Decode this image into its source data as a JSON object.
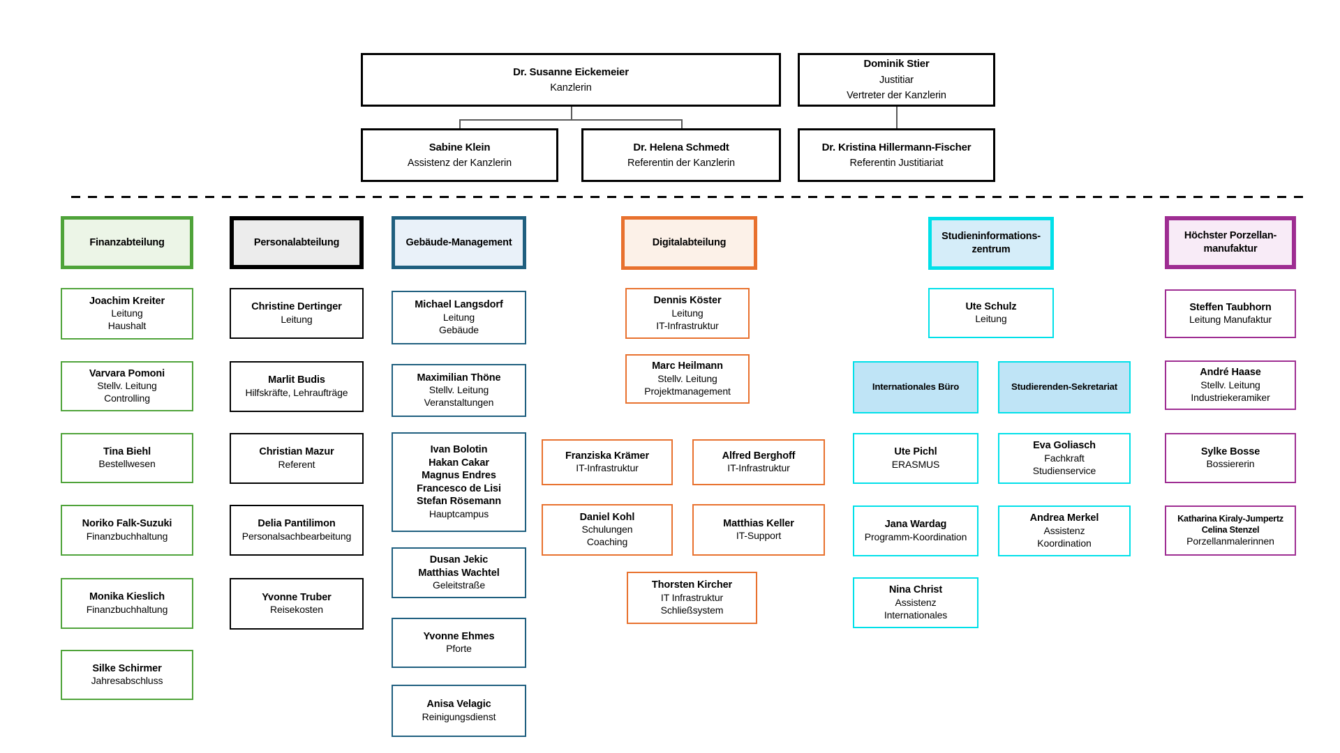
{
  "top": {
    "chancellor": {
      "name": "Dr. Susanne Eickemeier",
      "role": "Kanzlerin"
    },
    "justitiar": {
      "name": "Dominik Stier",
      "role": "Justitiar\nVertreter der Kanzlerin"
    },
    "assistant": {
      "name": "Sabine Klein",
      "role": "Assistenz der Kanzlerin"
    },
    "referentin": {
      "name": "Dr. Helena Schmedt",
      "role": "Referentin der Kanzlerin"
    },
    "referentin_justitiariat": {
      "name": "Dr. Kristina Hillermann-Fischer",
      "role": "Referentin Justitiariat"
    }
  },
  "departments": {
    "finance": {
      "title": "Finanzabteilung",
      "accent": "#4FA33A",
      "header_fill": "#ECF5E7",
      "items": [
        {
          "name": "Joachim Kreiter",
          "role": "Leitung\nHaushalt"
        },
        {
          "name": "Varvara Pomoni",
          "role": "Stellv. Leitung\nControlling"
        },
        {
          "name": "Tina Biehl",
          "role": "Bestellwesen"
        },
        {
          "name": "Noriko Falk-Suzuki",
          "role": "Finanzbuchhaltung"
        },
        {
          "name": "Monika Kieslich",
          "role": "Finanzbuchhaltung"
        },
        {
          "name": "Silke Schirmer",
          "role": "Jahresabschluss"
        }
      ]
    },
    "hr": {
      "title": "Personalabteilung",
      "accent": "#000000",
      "header_fill": "#ECECEC",
      "items": [
        {
          "name": "Christine Dertinger",
          "role": "Leitung"
        },
        {
          "name": "Marlit Budis",
          "role": "Hilfskräfte, Lehraufträge"
        },
        {
          "name": "Christian Mazur",
          "role": "Referent"
        },
        {
          "name": "Delia Pantilimon",
          "role": "Personalsachbearbeitung"
        },
        {
          "name": "Yvonne Truber",
          "role": "Reisekosten"
        }
      ]
    },
    "facility": {
      "title": "Gebäude-Management",
      "accent": "#1F5F7F",
      "header_fill": "#E9F1F9",
      "items": [
        {
          "name": "Michael Langsdorf",
          "role": "Leitung\nGebäude"
        },
        {
          "name": "Maximilian Thöne",
          "role": "Stellv. Leitung\nVeranstaltungen"
        },
        {
          "name": "Ivan Bolotin\nHakan Cakar\nMagnus Endres\nFrancesco de Lisi\nStefan Rösemann",
          "role": "Hauptcampus"
        },
        {
          "name": "Dusan Jekic\nMatthias Wachtel",
          "role": "Geleitstraße"
        },
        {
          "name": "Yvonne Ehmes",
          "role": "Pforte"
        },
        {
          "name": "Anisa Velagic",
          "role": "Reinigungsdienst"
        }
      ]
    },
    "digital": {
      "title": "Digitalabteilung",
      "accent": "#E8712E",
      "header_fill": "#FCF1E8",
      "leads": [
        {
          "name": "Dennis Köster",
          "role": "Leitung\nIT-Infrastruktur"
        },
        {
          "name": "Marc Heilmann",
          "role": "Stellv. Leitung\nProjektmanagement"
        }
      ],
      "left": [
        {
          "name": "Franziska Krämer",
          "role": "IT-Infrastruktur"
        },
        {
          "name": "Daniel Kohl",
          "role": "Schulungen\nCoaching"
        }
      ],
      "right": [
        {
          "name": "Alfred Berghoff",
          "role": "IT-Infrastruktur"
        },
        {
          "name": "Matthias Keller",
          "role": "IT-Support"
        }
      ],
      "bottom": {
        "name": "Thorsten Kircher",
        "role": "IT Infrastruktur\nSchließsystem"
      }
    },
    "studies": {
      "title": "Studieninformations-\nzentrum",
      "accent": "#00E0E9",
      "header_fill": "#D5EDF9",
      "subheader_fill": "#BFE4F6",
      "lead": {
        "name": "Ute Schulz",
        "role": "Leitung"
      },
      "sub_left": {
        "title": "Internationales Büro",
        "items": [
          {
            "name": "Ute Pichl",
            "role": "ERASMUS"
          },
          {
            "name": "Jana Wardag",
            "role": "Programm-Koordination"
          },
          {
            "name": "Nina Christ",
            "role": "Assistenz\nInternationales"
          }
        ]
      },
      "sub_right": {
        "title": "Studierenden-Sekretariat",
        "items": [
          {
            "name": "Eva Goliasch",
            "role": "Fachkraft\nStudienservice"
          },
          {
            "name": "Andrea Merkel",
            "role": "Assistenz\nKoordination"
          }
        ]
      }
    },
    "porcelain": {
      "title": "Höchster Porzellan-\nmanufaktur",
      "accent": "#9E2D92",
      "header_fill": "#F8EBF7",
      "items": [
        {
          "name": "Steffen Taubhorn",
          "role": "Leitung Manufaktur"
        },
        {
          "name": "André Haase",
          "role": "Stellv. Leitung\nIndustriekeramiker"
        },
        {
          "name": "Sylke Bosse",
          "role": "Bossiererin"
        },
        {
          "name": "Katharina Kiraly-Jumpertz\nCelina Stenzel",
          "role": "Porzellanmalerinnen"
        }
      ]
    }
  }
}
